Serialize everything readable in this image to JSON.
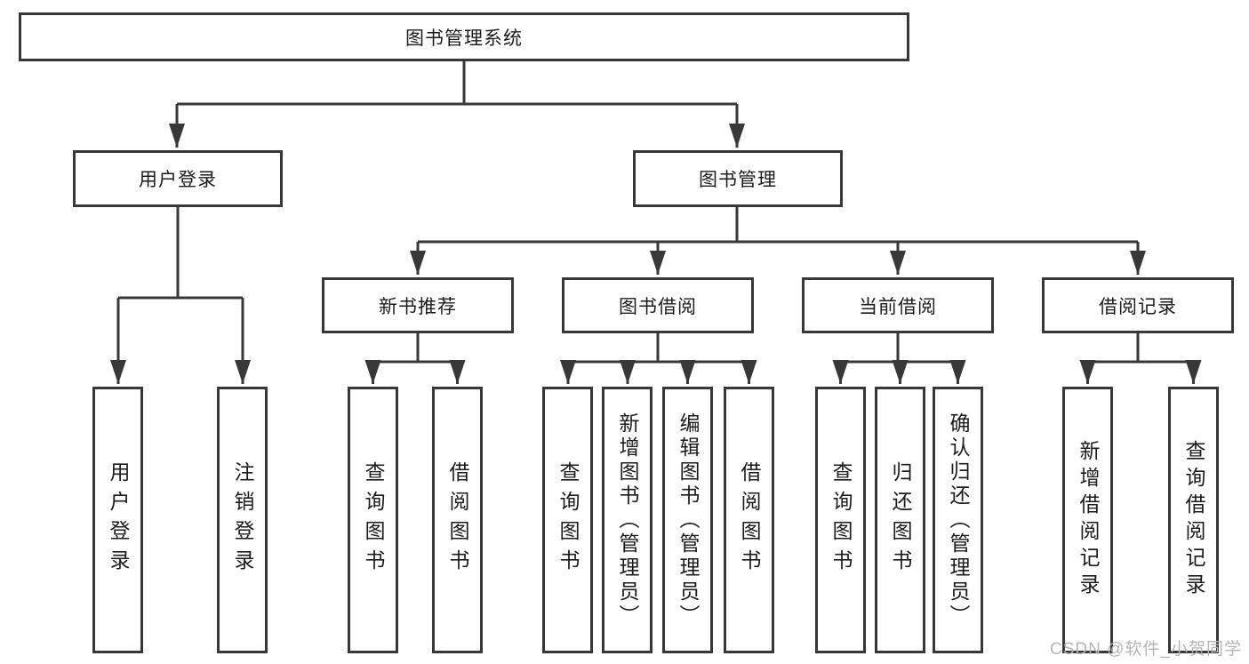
{
  "diagram": {
    "title": "图书管理系统",
    "type": "hierarchy-tree",
    "colors": {
      "line": "#383838",
      "box_border": "#383838",
      "box_fill": "#ffffff",
      "text": "#1c1c1c",
      "watermark": "#b5b5b5",
      "background": "#ffffff"
    },
    "tree": {
      "label": "图书管理系统",
      "children": [
        {
          "label": "用户登录",
          "children": [
            {
              "label": "用户登录"
            },
            {
              "label": "注销登录"
            }
          ]
        },
        {
          "label": "图书管理",
          "children": [
            {
              "label": "新书推荐",
              "children": [
                {
                  "label": "查询图书"
                },
                {
                  "label": "借阅图书"
                }
              ]
            },
            {
              "label": "图书借阅",
              "children": [
                {
                  "label": "查询图书"
                },
                {
                  "label": "新增图书（管理员）"
                },
                {
                  "label": "编辑图书（管理员）"
                },
                {
                  "label": "借阅图书"
                }
              ]
            },
            {
              "label": "当前借阅",
              "children": [
                {
                  "label": "查询图书"
                },
                {
                  "label": "归还图书"
                },
                {
                  "label": "确认归还（管理员）"
                }
              ]
            },
            {
              "label": "借阅记录",
              "children": [
                {
                  "label": "新增借阅记录"
                },
                {
                  "label": "查询借阅记录"
                }
              ]
            }
          ]
        }
      ]
    },
    "watermark": "CSDN @软件_小贺同学"
  }
}
